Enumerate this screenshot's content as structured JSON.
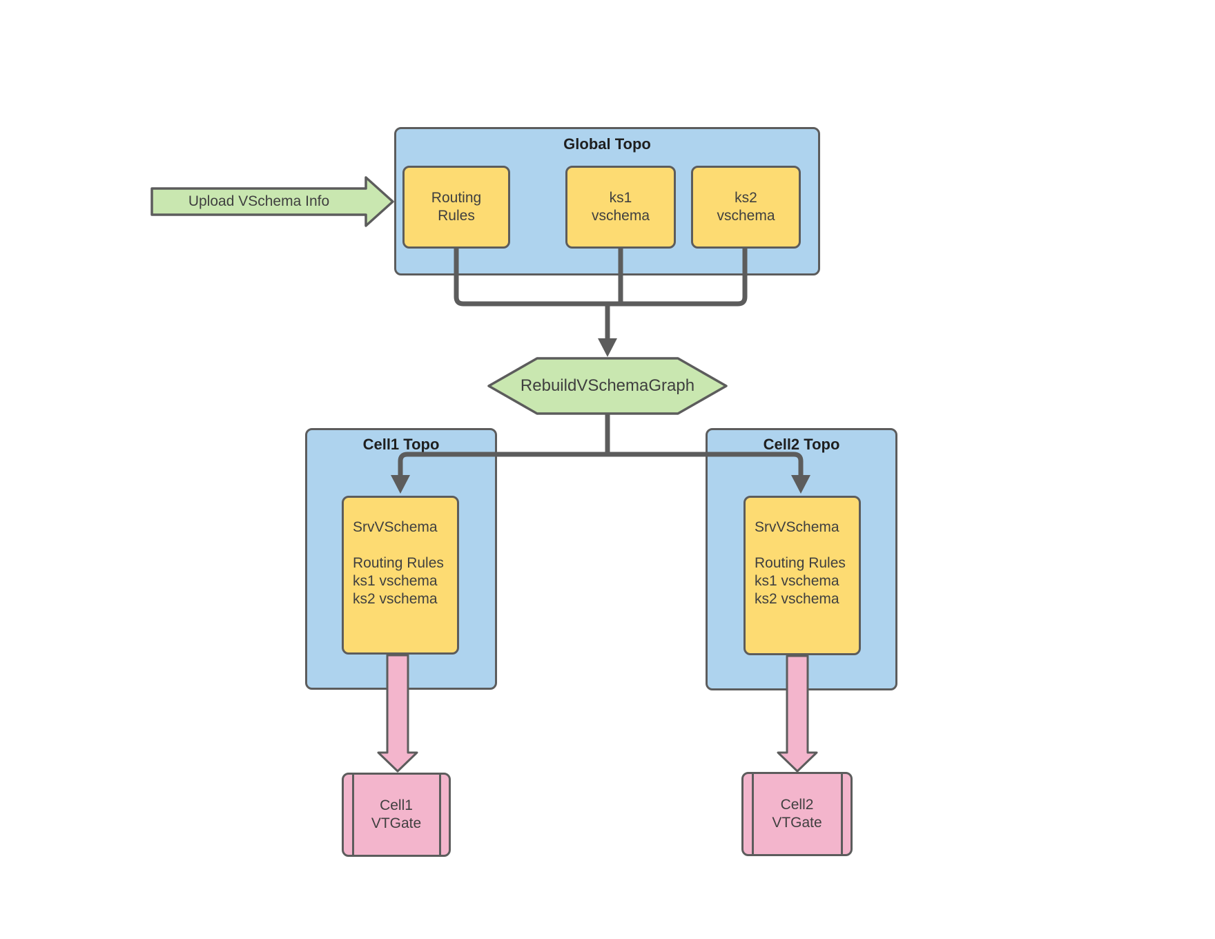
{
  "upload_arrow": {
    "label": "Upload VSchema Info"
  },
  "global_topo": {
    "title": "Global Topo",
    "nodes": [
      {
        "lines": [
          "Routing",
          "Rules"
        ]
      },
      {
        "lines": [
          "ks1",
          "vschema"
        ]
      },
      {
        "lines": [
          "ks2",
          "vschema"
        ]
      }
    ]
  },
  "rebuild_step": {
    "label": "RebuildVSchemaGraph"
  },
  "cells": [
    {
      "title": "Cell1 Topo",
      "srv_lines": [
        "SrvVSchema",
        "",
        "Routing Rules",
        "ks1 vschema",
        "ks2 vschema"
      ],
      "vtgate_lines": [
        "Cell1",
        "VTGate"
      ]
    },
    {
      "title": "Cell2 Topo",
      "srv_lines": [
        "SrvVSchema",
        "",
        "Routing Rules",
        "ks1 vschema",
        "ks2 vschema"
      ],
      "vtgate_lines": [
        "Cell2",
        "VTGate"
      ]
    }
  ],
  "colors": {
    "container_blue": "#AED3EE",
    "node_yellow": "#FDDB72",
    "accent_green": "#C9E7B0",
    "accent_pink": "#F3B5CC",
    "line_gray": "#5C5C5C"
  }
}
